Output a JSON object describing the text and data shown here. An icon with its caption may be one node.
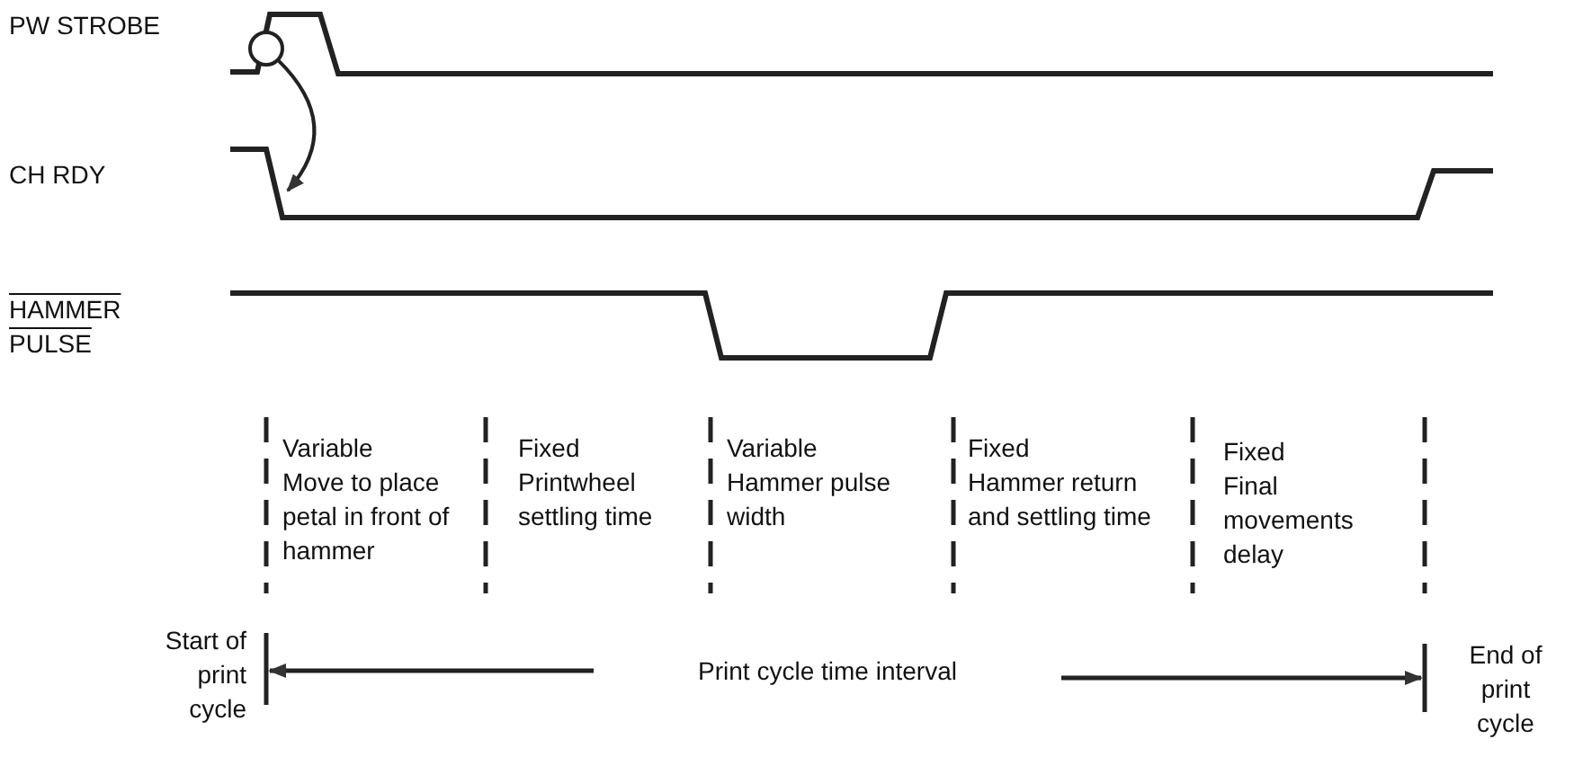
{
  "diagram": {
    "nodes": [
      {
        "text": [],
        "shape": "circle"
      },
      {
        "text": [],
        "shape": "line"
      }
    ],
    "edges": [
      {
        "from": 0,
        "to": 1,
        "arrow": "to"
      }
    ],
    "labels": [
      "PW STROBE",
      "CH RDY",
      "HAMMER PULSE",
      "Variable",
      "Move to place petal in front of hammer",
      "Fixed",
      "Printwheel settling time",
      "Variable",
      "Hammer pulse width",
      "Fixed",
      "Hammer return and settling time",
      "Fixed",
      "Final movements delay",
      "Start of print cycle",
      "Print cycle time interval",
      "End of print cycle"
    ]
  }
}
